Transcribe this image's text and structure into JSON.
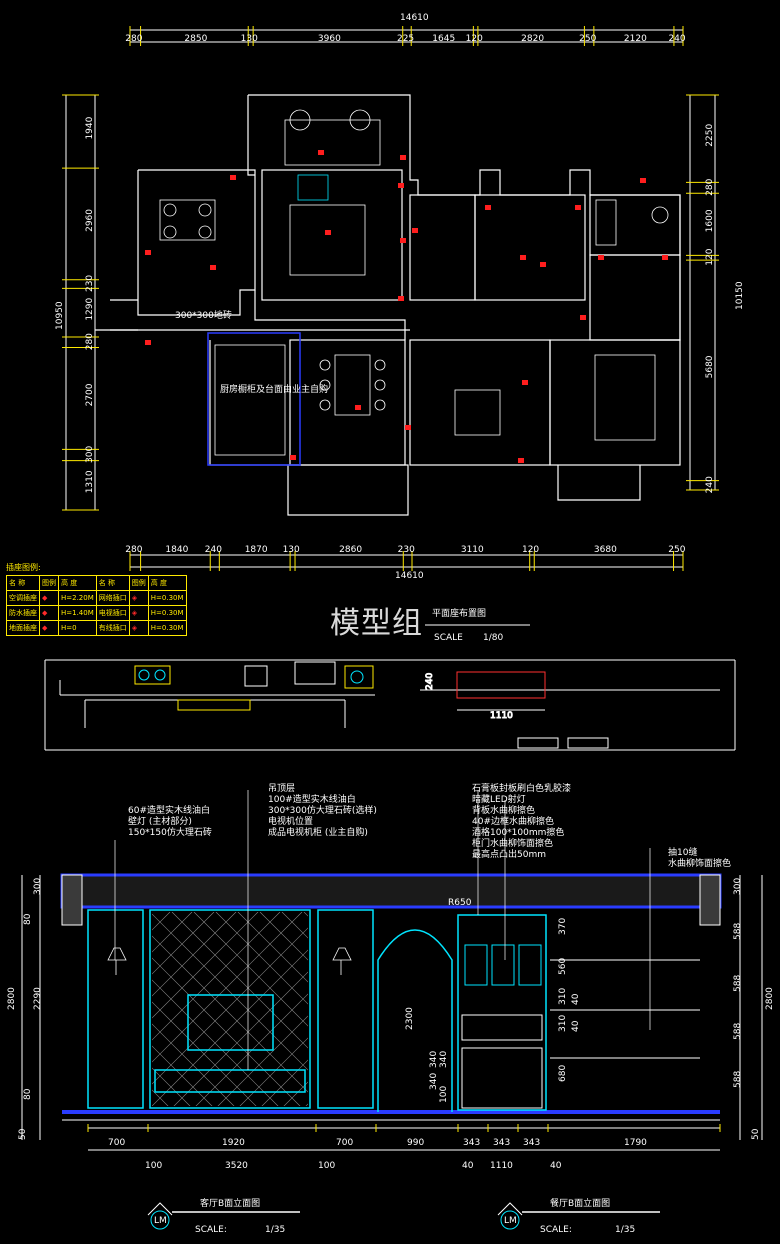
{
  "watermark": "模型组",
  "floor_plan": {
    "title": "平面座布置图",
    "scale_label": "SCALE",
    "scale": "1/80",
    "top_total": "14610",
    "bottom_total": "14610",
    "top_dims": [
      "280",
      "2850",
      "130",
      "3960",
      "225",
      "1645",
      "120",
      "2820",
      "250",
      "2120",
      "240"
    ],
    "bottom_dims": [
      "280",
      "1840",
      "240",
      "1870",
      "130",
      "2860",
      "230",
      "3110",
      "120",
      "3680",
      "250"
    ],
    "left_total": "10950",
    "left_dims": [
      "1940",
      "2960",
      "230",
      "1290",
      "280",
      "2700",
      "300",
      "1310"
    ],
    "right_total": "10150",
    "right_dims": [
      "2250",
      "280",
      "1600",
      "120",
      "5680",
      "240"
    ],
    "dining_label": "300*300地砖",
    "note_box": "厨房橱柜及台面由业主自购"
  },
  "legend": {
    "title": "插座图例:",
    "headers": [
      "名 称",
      "图例",
      "高 度",
      "名 称",
      "图例",
      "高 度"
    ],
    "rows": [
      [
        "空调插座",
        "◆",
        "H=2.20M",
        "网络插口",
        "◈",
        "H=0.30M"
      ],
      [
        "防水插座",
        "◆",
        "H=1.40M",
        "电视插口",
        "◈",
        "H=0.30M"
      ],
      [
        "地面插座",
        "◆",
        "H=0",
        "有线插口",
        "◈",
        "H=0.30M"
      ]
    ]
  },
  "elev_b": {
    "title": "客厅B面立面图",
    "scale_label": "SCALE:",
    "scale": "1/35",
    "notes": [
      "60#造型实木线油白",
      "壁灯 (主材部分)",
      "150*150仿大理石砖"
    ],
    "notes2": [
      "吊顶层",
      "100#造型实木线油白",
      "300*300仿大理石砖(选样)",
      "电视机位置",
      "成品电视机柜 (业主自购)"
    ],
    "bottom_dims": [
      "700",
      "1920",
      "700",
      "990"
    ],
    "bottom_sub": [
      "100",
      "3520",
      "100"
    ],
    "left_dims": [
      "300",
      "80",
      "2290",
      "80"
    ],
    "left_total": "2800",
    "left_base": "50",
    "door_h": "2300",
    "arch": "R650"
  },
  "elev_c": {
    "title": "餐厅B面立面图",
    "scale_label": "SCALE:",
    "scale": "1/35",
    "notes": [
      "石膏板封板刷白色乳胶漆",
      "暗藏LED射灯",
      "背板水曲柳擦色",
      "40#边框水曲柳擦色",
      "酒格100*100mm擦色",
      "柜门水曲柳饰面擦色",
      "最高点凸出50mm"
    ],
    "notes_right": [
      "抽10缝",
      "水曲柳饰面擦色"
    ],
    "cab_dims": [
      "370",
      "560",
      "310",
      "40",
      "310",
      "40",
      "680",
      "340",
      "100"
    ],
    "cab_left": [
      "340",
      "340"
    ],
    "bottom_dims": [
      "343",
      "343",
      "343",
      "1790"
    ],
    "bottom_sub": [
      "40",
      "1110",
      "40"
    ],
    "right_dims": [
      "300",
      "588",
      "588",
      "588",
      "588"
    ],
    "right_total": "2800",
    "right_base": "50",
    "plan_dim": "1110",
    "plan_h": "240"
  }
}
